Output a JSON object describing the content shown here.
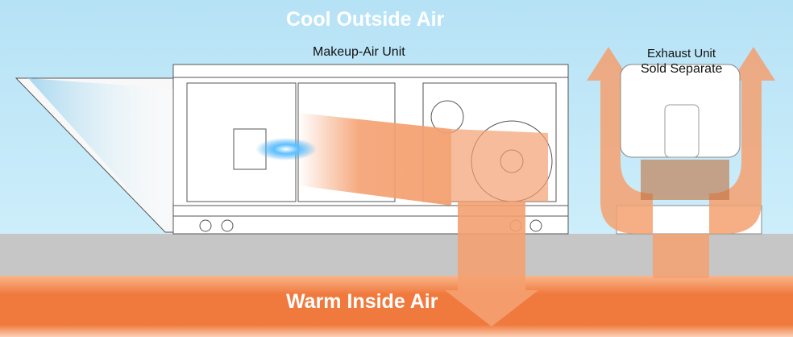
{
  "labels": {
    "cool_air": "Cool Outside Air",
    "makeup_unit": "Makeup-Air Unit",
    "exhaust_unit": "Exhaust Unit",
    "sold_separate": "Sold Separate",
    "warm_air": "Warm Inside Air"
  },
  "colors": {
    "sky": "#bfe6f7",
    "roof": "#c6c6c6",
    "warm": "#f07a3e",
    "flow": "#f4a070",
    "flame": "#3aa7f0"
  }
}
